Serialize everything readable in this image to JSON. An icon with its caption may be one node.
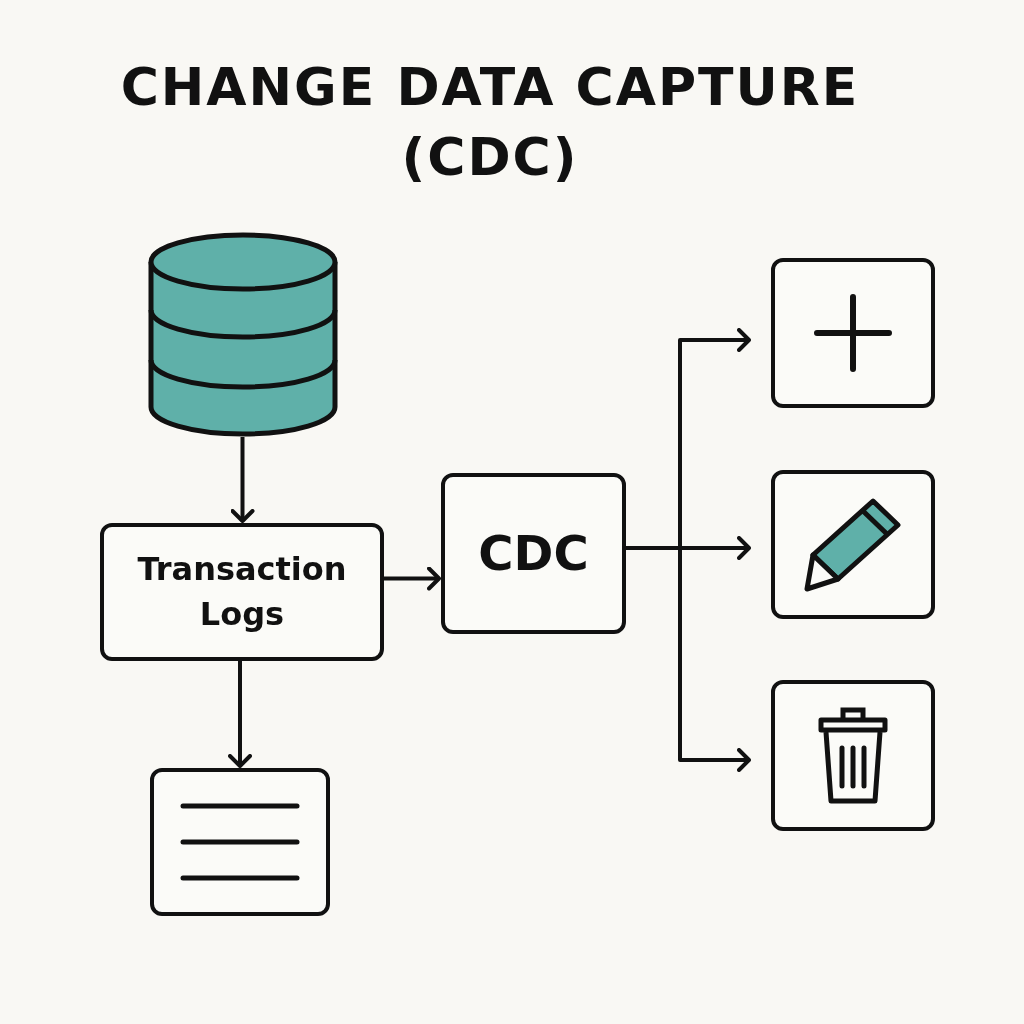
{
  "diagram": {
    "title": "CHANGE DATA CAPTURE (CDC)",
    "nodes": [
      {
        "text": [],
        "shape": "cylinder"
      },
      {
        "text": [
          "Transaction Logs"
        ]
      },
      {
        "text": [
          "CDC"
        ]
      },
      {
        "text": [],
        "shape": "box"
      },
      {
        "text": [],
        "shape": "box"
      },
      {
        "text": [],
        "shape": "box"
      },
      {
        "text": [],
        "shape": "box"
      }
    ],
    "edges": [
      {
        "from": 0,
        "to": 1,
        "arrow": "to"
      },
      {
        "from": 1,
        "to": 2,
        "arrow": "to"
      },
      {
        "from": 1,
        "to": 3,
        "arrow": "to"
      },
      {
        "from": 2,
        "to": 4,
        "arrow": "to"
      },
      {
        "from": 2,
        "to": 5,
        "arrow": "to"
      },
      {
        "from": 2,
        "to": 6,
        "arrow": "to"
      }
    ]
  }
}
